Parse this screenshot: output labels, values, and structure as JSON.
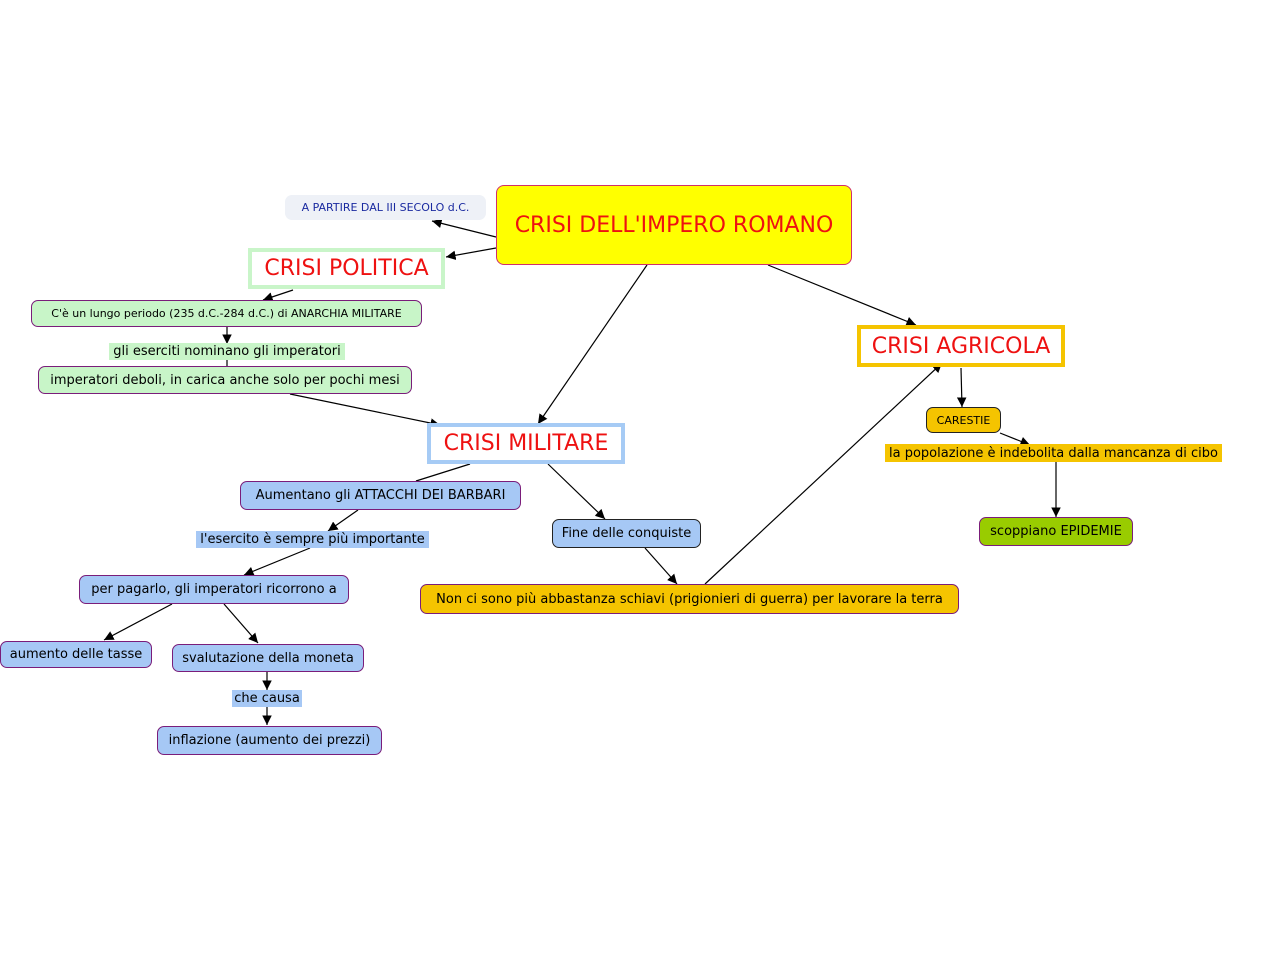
{
  "map": {
    "root": "CRISI DELL'IMPERO ROMANO",
    "intro": "A PARTIRE DAL III SECOLO d.C.",
    "politica": {
      "title": "CRISI POLITICA",
      "anarchia": "C'è un lungo periodo (235 d.C.-284 d.C.) di ANARCHIA MILITARE",
      "eserciti": "gli eserciti nominano gli imperatori",
      "deboli": "imperatori deboli, in carica anche solo per pochi mesi"
    },
    "militare": {
      "title": "CRISI MILITARE",
      "attacchi": "Aumentano gli ATTACCHI DEI BARBARI",
      "esercito": "l'esercito è sempre più importante",
      "pagarlo": "per pagarlo, gli imperatori ricorrono a",
      "tasse": "aumento delle tasse",
      "svalutazione": "svalutazione della moneta",
      "causa": "che causa",
      "inflazione": "inflazione (aumento dei prezzi)",
      "fine": "Fine delle conquiste",
      "schiavi": "Non ci sono più abbastanza schiavi (prigionieri di guerra) per lavorare la terra"
    },
    "agricola": {
      "title": "CRISI AGRICOLA",
      "carestie": "CARESTIE",
      "popolazione": "la popolazione è indebolita dalla mancanza di cibo",
      "epidemie": "scoppiano EPIDEMIE"
    }
  },
  "colors": {
    "root": "#ffff00",
    "politica": "#c8f5c8",
    "militare": "#a6c8f5",
    "agricola": "#f5c400",
    "epidemie": "#99cc00",
    "title_text": "#ee1111"
  }
}
